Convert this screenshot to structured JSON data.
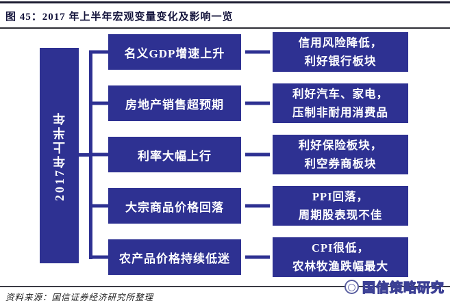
{
  "figure": {
    "title": "图 45：2017 年上半年宏观变量变化及影响一览",
    "source": "资料来源：国信证券经济研究所整理",
    "watermark": "国信策略研究"
  },
  "colors": {
    "navy": "#2e3192",
    "title_dark": "#14143c",
    "rule_dark": "#1b1b30"
  },
  "diagram": {
    "root": "2017年上半年",
    "rows": [
      {
        "cause": "名义GDP增速上升",
        "effect_line1": "信用风险降低，",
        "effect_line2": "利好银行板块"
      },
      {
        "cause": "房地产销售超预期",
        "effect_line1": "利好汽车、家电，",
        "effect_line2": "压制非耐用消费品"
      },
      {
        "cause": "利率大幅上行",
        "effect_line1": "利好保险板块，",
        "effect_line2": "利空券商板块"
      },
      {
        "cause": "大宗商品价格回落",
        "effect_line1": "PPI回落，",
        "effect_line2": "周期股表现不佳"
      },
      {
        "cause": "农产品价格持续低迷",
        "effect_line1": "CPI很低，",
        "effect_line2": "农林牧渔跌幅最大"
      }
    ]
  }
}
